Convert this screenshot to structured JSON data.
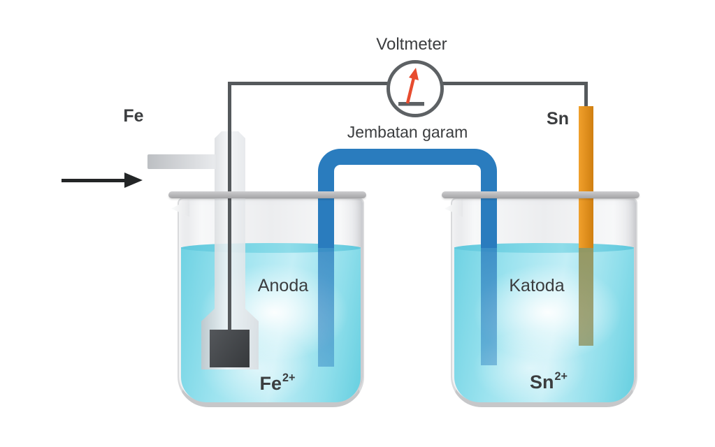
{
  "labels": {
    "voltmeter": "Voltmeter",
    "salt_bridge": "Jembatan garam",
    "anode_metal": "Fe",
    "cathode_metal": "Sn",
    "anode": "Anoda",
    "cathode": "Katoda",
    "anode_ion": {
      "symbol": "Fe",
      "charge": "2+"
    },
    "cathode_ion": {
      "symbol": "Sn",
      "charge": "2+"
    }
  },
  "colors": {
    "wire": "#55595c",
    "voltmeter_ring": "#5d6164",
    "voltmeter_needle": "#e74c2f",
    "salt_bridge": "#2a7cbe",
    "solution": "#8edce9",
    "solution_edge": "#5fc8dd",
    "tin_electrode": "#e1901f",
    "tin_submerged": "#8f8d55",
    "iron_electrode": "#3f4246",
    "glass": "#ededef",
    "rim": "#b3b3b5",
    "label_text": "#3b3d3f",
    "flow_arrow": "#232526"
  }
}
